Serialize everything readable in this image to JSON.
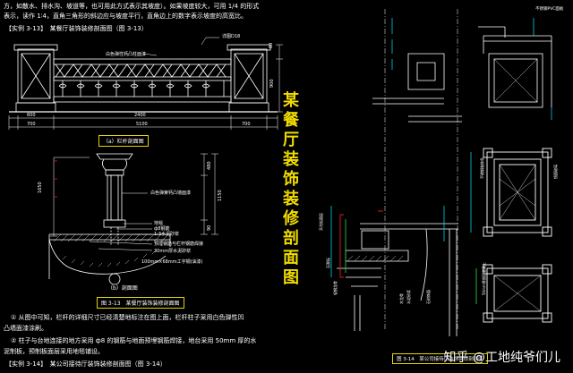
{
  "left_page": {
    "intro_line1": "方，如散水、排水沟、坡道等，也可用此方式表示其坡度）。如果坡度较大，可用 1/4 的形式",
    "intro_line2": "表示，读作 1∶4，直角三角形的斜边应与坡度平行，直角边上的数字表示坡度的高宽比。",
    "example_heading": "【实例 3-13】　某餐厅装饰装修剖面图（图 3-13）",
    "elevation_labels": {
      "detail_ref": "详图D18",
      "railing_note": "白色弹性钙凸柱面漆",
      "dim_900": "900",
      "dim_600": "600",
      "dim_2400": "2400",
      "dim_700a": "700",
      "dim_700b": "700",
      "dim_5100": "5100",
      "dim_80": "80"
    },
    "caption_a": "（a）栏杆剖面图",
    "section_labels": {
      "top_finish": "白色弹簧钙凸墙面漆",
      "rebar": "ф8钢筋",
      "floor": "地毯",
      "mortar": "1:3水泥砂浆",
      "steel_anchor": "预埋钢筋与栏杆钢筋焊接",
      "slab": "30mm厚水泥砂浆",
      "floor_steel": "100mm×68mm工字钢(油漆)",
      "dim_1650": "1650",
      "dim_480": "480",
      "dim_1150": "1150",
      "dim_90": "90"
    },
    "caption_b": "（b）剖面图",
    "figure_caption": "图 3-13　某餐厅装饰装修剖面图",
    "para1_line1": "① 从图中可知，栏杆的详细尺寸已经清楚地标注在图上面，栏杆柱子采用白色弹性凹",
    "para1_line2": "凸墙面漆涂刷。",
    "para2_line1": "② 柱子与台地连接的地方采用 ф8 的钢筋与地面预埋钢筋焊接，地台采用 50mm 厚的水",
    "para2_line2": "泥制板，预制板面层采用地毯铺设。",
    "example2_heading": "【实例 3-14】　某公司接待厅装饰装修剖面图（图 3-14）"
  },
  "title_vertical": [
    "某",
    "餐",
    "厅",
    "装",
    "饰",
    "装",
    "修",
    "剖",
    "面",
    "图"
  ],
  "right_page": {
    "figure_caption": "图 3-14　某公司接待厅装饰装修剖面图",
    "labels": {
      "pvc": "不锈钢PVC面板",
      "l1": "天花板面层",
      "l2": "石膏板",
      "l3": "轻钢龙骨",
      "l4": "木龙骨",
      "l5": "水泥砂浆",
      "l6": "石材饰面",
      "l7": "50mm厚细石混凝土",
      "l8": "不锈钢装饰条",
      "l9": "镜面玻璃"
    }
  },
  "watermark": "知乎 @工地纯爷们儿",
  "colors": {
    "background": "#000000",
    "line": "#ffffff",
    "accent_yellow": "#f2dc00",
    "cad_cyan": "#00d0e0",
    "cad_red": "#e02020",
    "cad_green": "#30c030"
  }
}
